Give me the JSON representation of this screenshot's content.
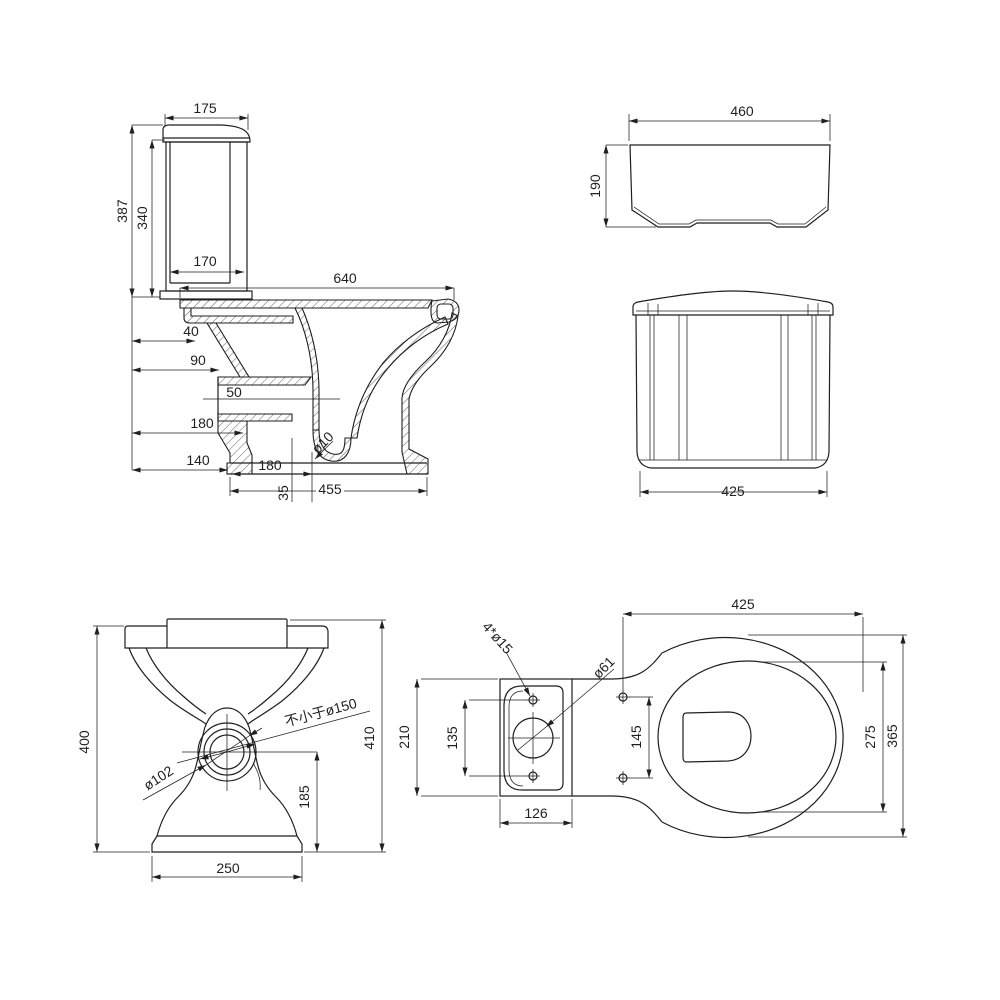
{
  "colors": {
    "line": "#1f1f1f",
    "background": "#ffffff"
  },
  "side": {
    "lid_width": "175",
    "height_overall": "387",
    "tank_height": "340",
    "tank_depth": "170",
    "overall_length": "640",
    "d40": "40",
    "d90": "90",
    "inlet_offset": "50",
    "rear_depth": "180",
    "d140": "140",
    "outlet_setout": "180",
    "outlet_hole": "ø10",
    "d35": "35",
    "base_length": "455"
  },
  "lid_top": {
    "width": "460",
    "depth": "190"
  },
  "cistern_front": {
    "width": "425"
  },
  "rear": {
    "height_left": "400",
    "height_right": "410",
    "base_width": "250",
    "outlet_height": "185",
    "outlet_dia": "ø102",
    "min_clearance": "不小于ø150"
  },
  "top": {
    "bowl_length": "425",
    "platform_depth": "210",
    "bolt_spacing_rear": "135",
    "platform_width": "126",
    "bolt_spacing_seat": "145",
    "seat_inner": "275",
    "bowl_width": "365",
    "bolt_holes": "4*ø15",
    "flush_hole": "ø61"
  }
}
